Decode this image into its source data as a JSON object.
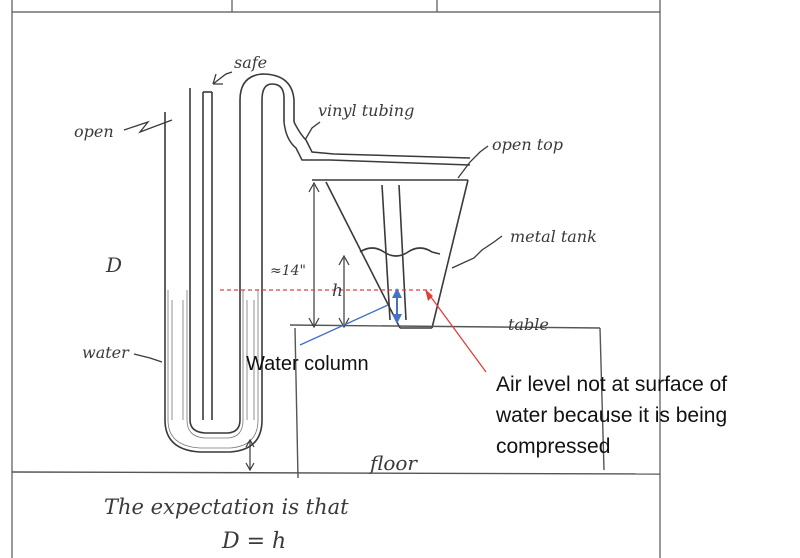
{
  "handwritten": {
    "open": "open",
    "safe": "safe",
    "vinyl_tubing": "vinyl tubing",
    "open_top": "open top",
    "metal_tank": "metal tank",
    "d_label": "D",
    "height_approx": "≈14\"",
    "h_label": "h",
    "table": "table",
    "water": "water",
    "floor": "floor",
    "expectation": "The expectation is that",
    "equation": "D = h"
  },
  "annotations": {
    "water_column": "Water column",
    "air_level_line1": "Air level not at surface of",
    "air_level_line2": "water because it is being",
    "air_level_line3": "compressed"
  },
  "colors": {
    "pencil": "#3a3a3a",
    "red_annotation": "#e0403a",
    "blue_arrow": "#4472c4"
  }
}
